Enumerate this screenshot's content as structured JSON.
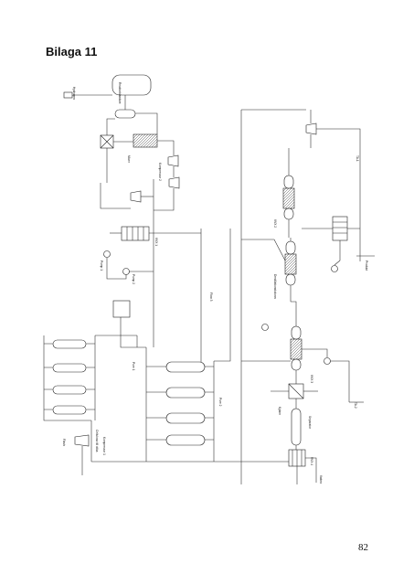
{
  "page": {
    "heading": "Bilaga 11",
    "page_number": "82"
  },
  "diagram": {
    "labels": {
      "main_feed": "Cellulosa till olika",
      "reactor": "Reaktorblandare",
      "vessel_f": "Flash",
      "ht_outlet": "Hydrogen",
      "compressor_1": "Kompressor 1",
      "compressor_2": "Kompressor 2",
      "mixer": "Mixer",
      "flow_1": "Pure 1",
      "flow_2": "Pure 2",
      "flow_3": "Flow 3",
      "pump_1": "Pump 1",
      "pump_2": "Pump 2",
      "hx_1": "VVX 1",
      "hx_2": "VVX 2",
      "hx_3": "VVX 3",
      "hx_4": "VVX 4",
      "column": "Destillationskolonn",
      "cooler": "Kylare",
      "separator": "Separator",
      "product": "Produkt",
      "water": "Vatten",
      "temp_a": "TA-1",
      "temp_b": "TA-2"
    }
  }
}
